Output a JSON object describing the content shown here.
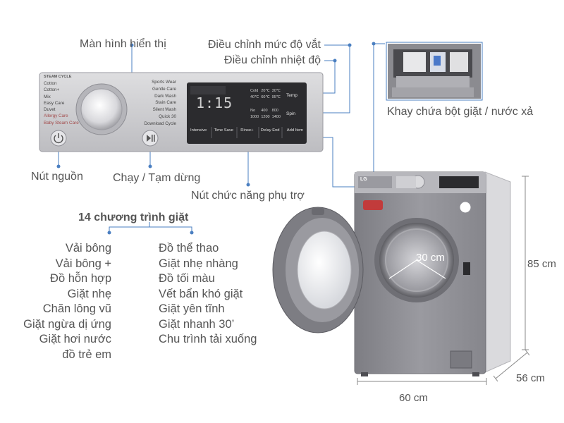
{
  "callouts": {
    "display": "Màn hình hiển thị",
    "spin": "Điều chỉnh mức độ vắt",
    "temp": "Điều chỉnh nhiệt độ",
    "drawer": "Khay chứa bột giặt / nước xả",
    "power": "Nút nguồn",
    "start": "Chạy / Tạm dừng",
    "options": "Nút chức năng phụ trợ"
  },
  "programs_title": "14 chương trình giặt",
  "programs_left": [
    "Vải bông",
    "Vải bông +",
    "Đồ hỗn hợp",
    "Giặt nhẹ",
    "Chăn lông vũ",
    "Giặt ngừa dị ứng",
    "Giặt hơi nước",
    "đồ trẻ em"
  ],
  "programs_right": [
    "Đồ thể thao",
    "Giặt nhẹ nhàng",
    "Đồ tối màu",
    "Vết bẩn khó giặt",
    "Giặt yên tĩnh",
    "Giặt nhanh 30’",
    "Chu trình tải xuống"
  ],
  "dimensions": {
    "height": "85 cm",
    "depth": "56 cm",
    "width": "60 cm",
    "drum": "30 cm"
  },
  "panel": {
    "steam_cycle": "STEAM CYCLE",
    "left_programs": [
      "Cotton",
      "Cotton+",
      "Mix",
      "Easy Care",
      "Duvet",
      "Allergy Care",
      "Baby Steam Care"
    ],
    "right_programs": [
      "Sports Wear",
      "Gentle Care",
      "Dark Wash",
      "Stain Care",
      "Silent Wash",
      "Quick 30",
      "Download Cycle"
    ],
    "temp_values": [
      "Cold",
      "20℃",
      "30℃",
      "40℃",
      "60℃",
      "95℃"
    ],
    "spin_values": [
      "No",
      "400",
      "800",
      "1000",
      "1200",
      "1400"
    ],
    "temp_btn": "Temp",
    "spin_btn": "Spin",
    "option_buttons": [
      "Intensive",
      "Time Save",
      "Rinse+",
      "Delay End",
      "Add Item"
    ],
    "display_digits": "1:15"
  },
  "brand": "LG",
  "colors": {
    "line": "#4a7fc1",
    "panel": "#c9c9cc",
    "body": "#8f8f95",
    "text": "#555555"
  }
}
